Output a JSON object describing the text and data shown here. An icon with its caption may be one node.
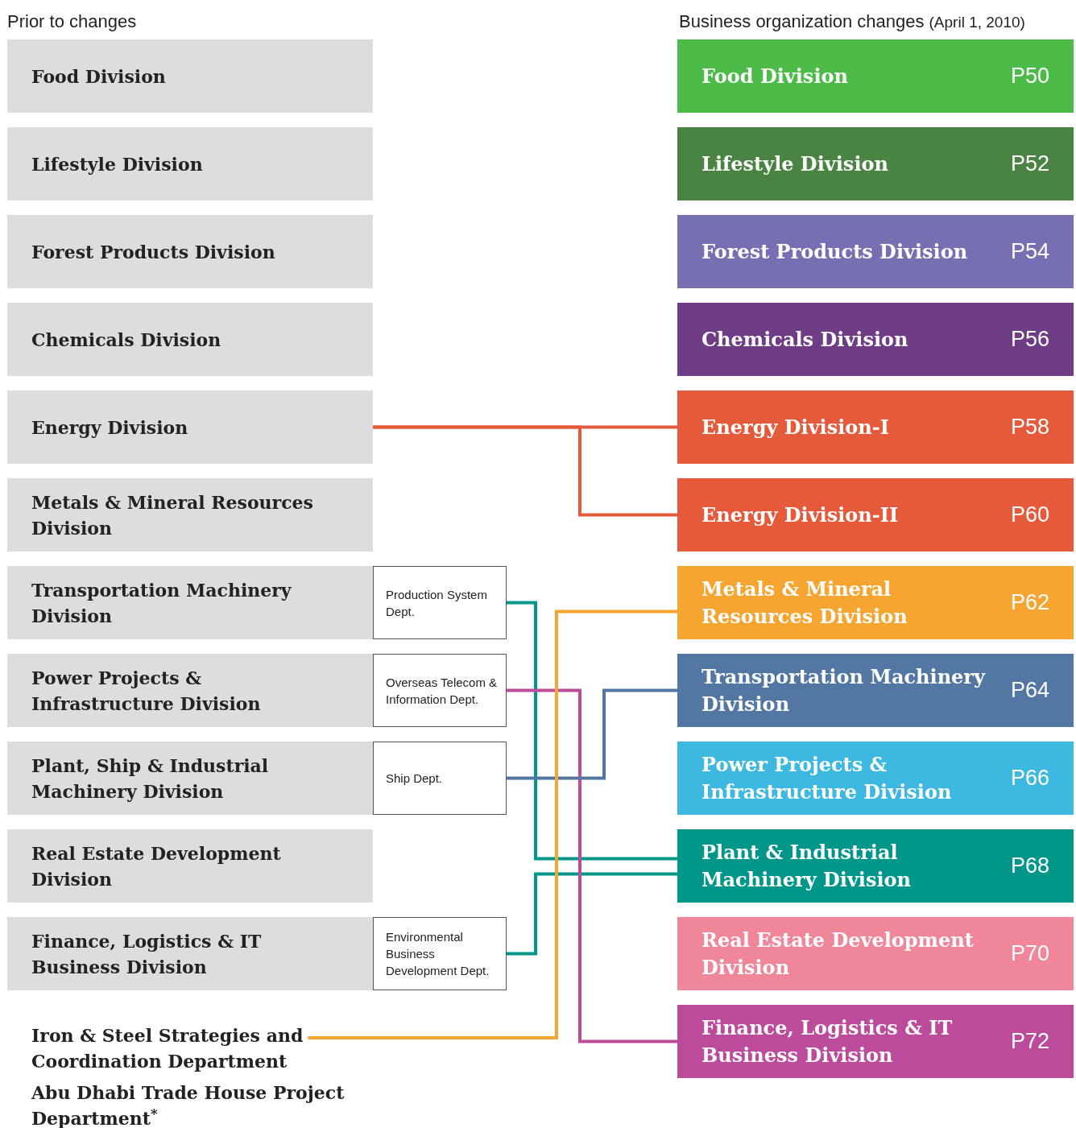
{
  "diagram": {
    "nodes": [
      {
        "text": [
          "Food Division"
        ]
      },
      {
        "text": [
          "Lifestyle Division"
        ]
      },
      {
        "text": [
          "Forest Products Division"
        ]
      },
      {
        "text": [
          "Chemicals Division"
        ]
      },
      {
        "text": [
          "Energy Division"
        ]
      },
      {
        "text": [
          "Metals & Mineral Resources Division"
        ]
      },
      {
        "text": [
          "Transportation Machinery Division"
        ]
      },
      {
        "text": [
          "Power Projects & Infrastructure Division"
        ]
      },
      {
        "text": [
          "Plant, Ship & Industrial Machinery Division"
        ]
      },
      {
        "text": [
          "Real Estate Development Division"
        ]
      },
      {
        "text": [
          "Finance, Logistics & IT Business Division"
        ]
      },
      {
        "text": [
          "Production System Dept."
        ]
      },
      {
        "text": [
          "Overseas Telecom & Information Dept."
        ]
      },
      {
        "text": [
          "Ship Dept."
        ]
      },
      {
        "text": [
          "Environmental Business Development Dept."
        ]
      },
      {
        "text": [
          "Iron & Steel Strategies and Coordination Department"
        ]
      },
      {
        "text": [
          "Food Division",
          "P50"
        ]
      },
      {
        "text": [
          "Lifestyle Division",
          "P52"
        ]
      },
      {
        "text": [
          "Forest Products Division",
          "P54"
        ]
      },
      {
        "text": [
          "Chemicals Division",
          "P56"
        ]
      },
      {
        "text": [
          "Energy Division-I",
          "P58"
        ]
      },
      {
        "text": [
          "Energy Division-II",
          "P60"
        ]
      },
      {
        "text": [
          "Metals & Mineral Resources Division",
          "P62"
        ]
      },
      {
        "text": [
          "Transportation Machinery Division",
          "P64"
        ]
      },
      {
        "text": [
          "Power Projects & Infrastructure Division",
          "P66"
        ]
      },
      {
        "text": [
          "Plant & Industrial Machinery Division",
          "P68"
        ]
      },
      {
        "text": [
          "Real Estate Development Division",
          "P70"
        ]
      },
      {
        "text": [
          "Finance, Logistics & IT Business Division",
          "P72"
        ]
      }
    ],
    "edges": [
      {
        "from": 4,
        "to": 20,
        "arrow": "none",
        "color": "#e55a3a"
      },
      {
        "from": 4,
        "to": 21,
        "arrow": "none",
        "color": "#e55a3a"
      },
      {
        "from": 11,
        "to": 25,
        "arrow": "none",
        "color": "#00968a"
      },
      {
        "from": 14,
        "to": 25,
        "arrow": "none",
        "color": "#00968a"
      },
      {
        "from": 12,
        "to": 27,
        "arrow": "none",
        "color": "#bd4b9b"
      },
      {
        "from": 13,
        "to": 23,
        "arrow": "none",
        "color": "#5277a3"
      },
      {
        "from": 15,
        "to": 22,
        "arrow": "none",
        "color": "#f7a531"
      }
    ],
    "labels": [
      "Prior to changes",
      "Business organization changes",
      "(April 1, 2010)",
      "Abu Dhabi Trade House Project Department$^{*}$"
    ]
  }
}
